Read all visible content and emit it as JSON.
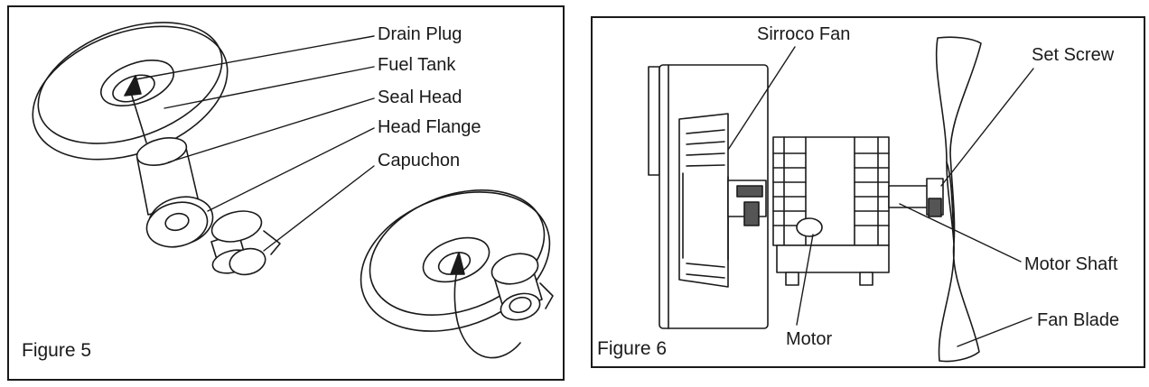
{
  "figure5": {
    "caption": "Figure 5",
    "labels": {
      "drain_plug": "Drain Plug",
      "fuel_tank": "Fuel Tank",
      "seal_head": "Seal Head",
      "head_flange": "Head Flange",
      "capuchon": "Capuchon"
    }
  },
  "figure6": {
    "caption": "Figure 6",
    "labels": {
      "sirroco_fan": "Sirroco Fan",
      "set_screw": "Set Screw",
      "motor_shaft": "Motor Shaft",
      "fan_blade": "Fan Blade",
      "motor": "Motor"
    }
  },
  "colors": {
    "line": "#1a1a1a",
    "fill": "#ffffff",
    "shade": "#555555"
  }
}
